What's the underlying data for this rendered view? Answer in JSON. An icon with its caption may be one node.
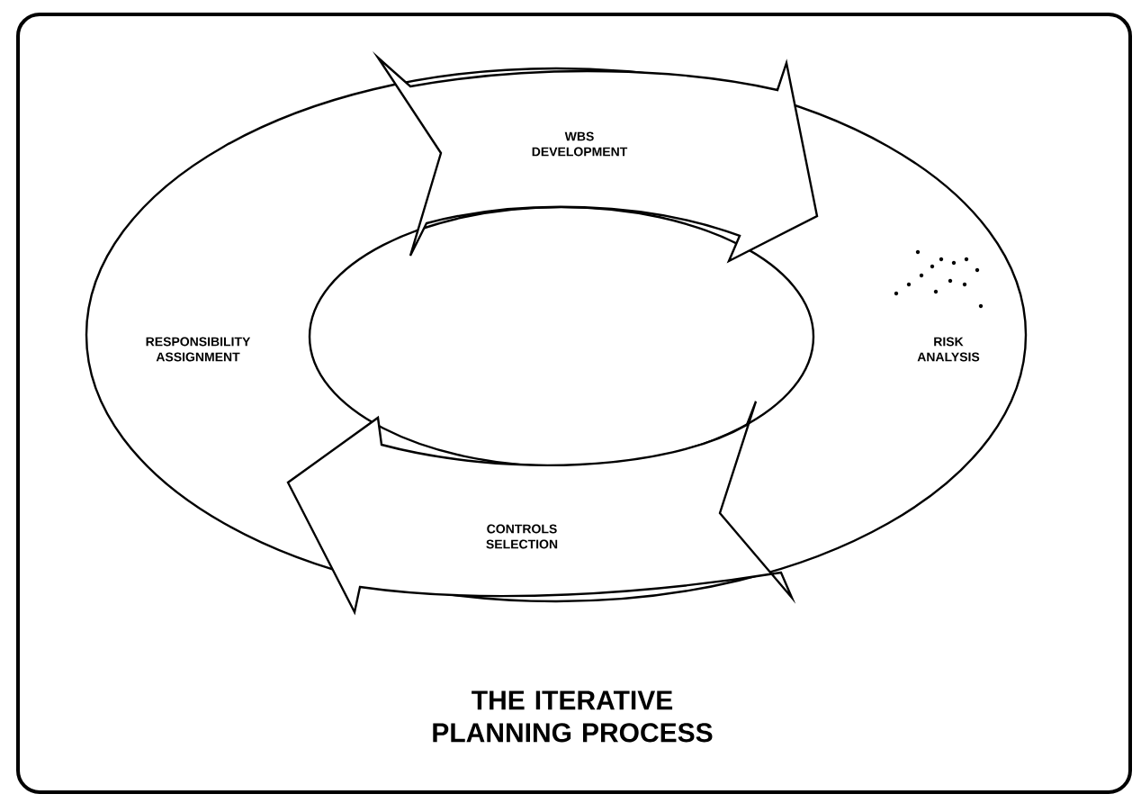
{
  "diagram": {
    "title": "THE ITERATIVE PLANNING PROCESS",
    "nodes": [
      {
        "text": [
          "WBS DEVELOPMENT"
        ]
      },
      {
        "text": [
          "RISK ANALYSIS"
        ]
      },
      {
        "text": [
          "CONTROLS SELECTION"
        ]
      },
      {
        "text": [
          "RESPONSIBILITY ASSIGNMENT"
        ]
      }
    ]
  }
}
